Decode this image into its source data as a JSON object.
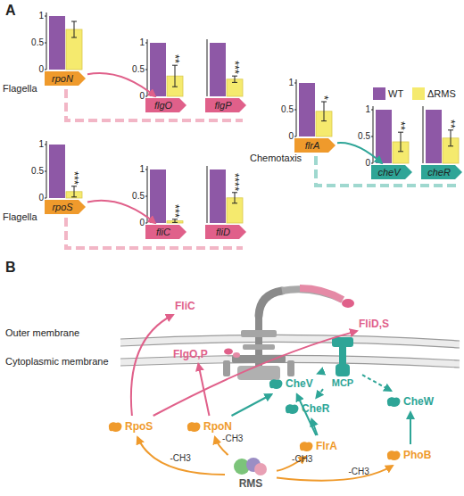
{
  "diagram": {
    "nodes": [
      {
        "text": [
          "rpoN"
        ]
      },
      {
        "text": [
          "flgO"
        ]
      },
      {
        "text": [
          "flgP"
        ]
      },
      {
        "text": [
          "rpoS"
        ]
      },
      {
        "text": [
          "fliC"
        ]
      },
      {
        "text": [
          "fliD"
        ]
      },
      {
        "text": [
          "flrA"
        ]
      },
      {
        "text": [
          "cheV"
        ]
      },
      {
        "text": [
          "cheR"
        ]
      },
      {
        "text": [
          "FliC"
        ]
      },
      {
        "text": [
          "FliD,S"
        ]
      },
      {
        "text": [
          "FlgO,P"
        ]
      },
      {
        "text": [
          "MCP"
        ]
      },
      {
        "text": [
          "CheV"
        ]
      },
      {
        "text": [
          "CheR"
        ]
      },
      {
        "text": [
          "CheW"
        ]
      },
      {
        "text": [
          "RpoS"
        ]
      },
      {
        "text": [
          "RpoN"
        ]
      },
      {
        "text": [
          "FlrA"
        ]
      },
      {
        "text": [
          "PhoB"
        ]
      },
      {
        "text": [
          "RMS"
        ]
      }
    ],
    "edges": [
      {
        "from": 0,
        "to": 1,
        "arrow": "to"
      },
      {
        "from": 3,
        "to": 4,
        "arrow": "to"
      },
      {
        "from": 6,
        "to": 7,
        "arrow": "to"
      },
      {
        "from": 20,
        "to": 16,
        "label": "-CH3",
        "arrow": "to"
      },
      {
        "from": 20,
        "to": 17,
        "label": "-CH3",
        "arrow": "to"
      },
      {
        "from": 20,
        "to": 18,
        "label": "-CH3",
        "arrow": "to"
      },
      {
        "from": 20,
        "to": 19,
        "label": "-CH3",
        "arrow": "to"
      },
      {
        "from": 16,
        "to": 9,
        "arrow": "to"
      },
      {
        "from": 16,
        "to": 10,
        "arrow": "to"
      },
      {
        "from": 17,
        "to": 11,
        "arrow": "to"
      },
      {
        "from": 17,
        "to": 13,
        "arrow": "to"
      },
      {
        "from": 18,
        "to": 13,
        "arrow": "to"
      },
      {
        "from": 18,
        "to": 14,
        "arrow": "to"
      },
      {
        "from": 19,
        "to": 15,
        "arrow": "to"
      },
      {
        "from": 12,
        "to": 13,
        "arrow": "to"
      },
      {
        "from": 12,
        "to": 14,
        "arrow": "to"
      },
      {
        "from": 12,
        "to": 15,
        "arrow": "to"
      }
    ],
    "labels": [
      "A",
      "1",
      "0.5",
      "0",
      "1",
      "0.5",
      "0",
      "**",
      "***",
      "Flagella",
      "1",
      "0.5",
      "0",
      "***",
      "1",
      "0.5",
      "0",
      "***",
      "****",
      "Flagella",
      "1",
      "0.5",
      "0",
      "*",
      "1",
      "0.5",
      "0",
      "**",
      "**",
      "Chemotaxis",
      "B",
      "Outer membrane",
      "Cytoplasmic membrane"
    ],
    "legend": [
      {
        "text": "WT",
        "color": "#8e58a6"
      },
      {
        "text": "ΔRMS",
        "color": "#f5ea6e"
      }
    ]
  }
}
